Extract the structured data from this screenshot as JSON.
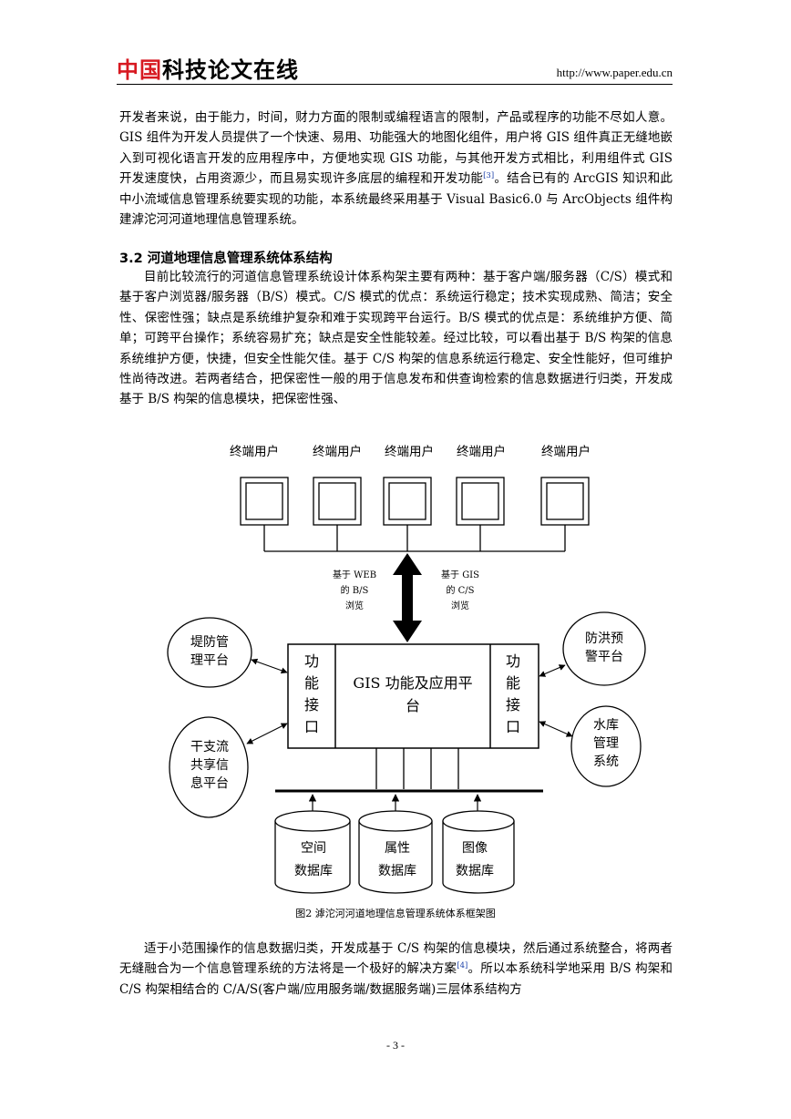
{
  "header": {
    "logo_red": "中国",
    "logo_black": "科技论文在线",
    "url": "http://www.paper.edu.cn"
  },
  "intro": {
    "text_before_cite": "开发者来说，由于能力，时间，财力方面的限制或编程语言的限制，产品或程序的功能不尽如人意。GIS 组件为开发人员提供了一个快速、易用、功能强大的地图化组件，用户将 GIS 组件真正无缝地嵌入到可视化语言开发的应用程序中，方便地实现 GIS 功能，与其他开发方式相比，利用组件式 GIS 开发速度快，占用资源少，而且易实现许多底层的编程和开发功能",
    "cite": "[3]",
    "text_after_cite": "。结合已有的 ArcGIS 知识和此中小流域信息管理系统要实现的功能，本系统最终采用基于 Visual Basic6.0 与 ArcObjects 组件构建滹沱河河道地理信息管理系统。"
  },
  "section": {
    "heading": "3.2  河道地理信息管理系统体系结构",
    "paragraph": "目前比较流行的河道信息管理系统设计体系构架主要有两种：基于客户端/服务器（C/S）模式和基于客户浏览器/服务器（B/S）模式。C/S 模式的优点：系统运行稳定；技术实现成熟、简洁；安全性、保密性强；缺点是系统维护复杂和难于实现跨平台运行。B/S 模式的优点是：系统维护方便、简单；可跨平台操作；系统容易扩充；缺点是安全性能较差。经过比较，可以看出基于 B/S 构架的信息系统维护方便，快捷，但安全性能欠佳。基于 C/S 构架的信息系统运行稳定、安全性能好，但可维护性尚待改进。若两者结合，把保密性一般的用于信息发布和供查询检索的信息数据进行归类，开发成基于 B/S 构架的信息模块，把保密性强、"
  },
  "diagram": {
    "terminals": [
      "终端用户",
      "终端用户",
      "终端用户",
      "终端用户",
      "终端用户"
    ],
    "arrow_left_label": [
      "基于 WEB",
      "的 B/S",
      "浏览"
    ],
    "arrow_right_label": [
      "基于 GIS",
      "的 C/S",
      "浏览"
    ],
    "left_interface": [
      "功",
      "能",
      "接",
      "口"
    ],
    "center_title": [
      "GIS 功能及应用平",
      "台"
    ],
    "right_interface": [
      "功",
      "能",
      "接",
      "口"
    ],
    "circle_top_left": [
      "堤防管",
      "理平台"
    ],
    "circle_bottom_left": [
      "干支流",
      "共享信",
      "息平台"
    ],
    "circle_top_right": [
      "防洪预",
      "警平台"
    ],
    "circle_bottom_right": [
      "水库",
      "管理",
      "系统"
    ],
    "databases": [
      {
        "line1": "空间",
        "line2": "数据库"
      },
      {
        "line1": "属性",
        "line2": "数据库"
      },
      {
        "line1": "图像",
        "line2": "数据库"
      }
    ]
  },
  "figure_caption": "图2    滹沱河河道地理信息管理系统体系框架图",
  "closing": {
    "text_before_cite": "适于小范围操作的信息数据归类，开发成基于 C/S 构架的信息模块，然后通过系统整合，将两者无缝融合为一个信息管理系统的方法将是一个极好的解决方案",
    "cite": "[4]",
    "text_after_cite": "。所以本系统科学地采用 B/S 构架和 C/S 构架相结合的 C/A/S(客户端/应用服务端/数据服务端)三层体系结构方"
  },
  "page_number": "- 3 -"
}
